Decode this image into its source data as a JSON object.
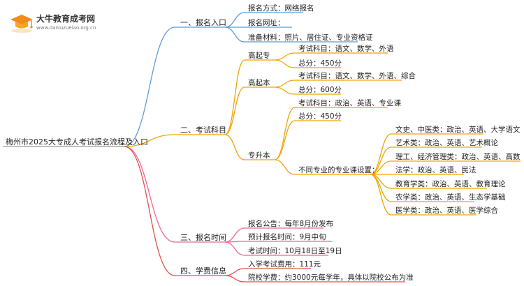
{
  "logo": {
    "name": "大牛教育成考网",
    "url": "www.daniuzueiao.org.cn"
  },
  "colors": {
    "blue": "#5b9bd5",
    "orange": "#f0a500",
    "pink": "#ee6699",
    "red": "#e0504a"
  },
  "root": "梅州市2025大专成人考试报名流程及入口",
  "branches": {
    "entry": {
      "label": "一、报名入口",
      "items": [
        "报名方式：网络报名",
        "报名网址：",
        "准备材料：照片、居住证、专业资格证"
      ]
    },
    "subjects": {
      "label": "二、考试科目",
      "gqz": {
        "label": "高起专",
        "items": [
          "考试科目：语文、数学、外语",
          "总分：450分"
        ]
      },
      "gqb": {
        "label": "高起本",
        "items": [
          "考试科目：语文、数学、外语、综合",
          "总分：600分"
        ]
      },
      "zsb": {
        "label": "专升本",
        "items": [
          "考试科目：政治、英语、专业课",
          "总分：450分"
        ],
        "special": {
          "label": "不同专业的专业课设置：",
          "items": [
            "文史、中医类：政治、英语、大学语文",
            "艺术类：政治、英语、艺术概论",
            "理工、经济管理类：政治、英语、高数（二）",
            "法学：政治、英语、民法",
            "教育学类：政治、英语、教育理论",
            "农学类：政治、英语、生态学基础",
            "医学类：政治、英语、医学综合"
          ]
        }
      }
    },
    "time": {
      "label": "三、报名时间",
      "items": [
        "报名公告：每年8月份发布",
        "预计报名时间：9月中旬",
        "考试时间：10月18日至19日"
      ]
    },
    "fee": {
      "label": "四、学费信息",
      "items": [
        "入学考试费用：111元",
        "院校学费：约3000元每学年，具体以院校公布为准"
      ]
    }
  }
}
